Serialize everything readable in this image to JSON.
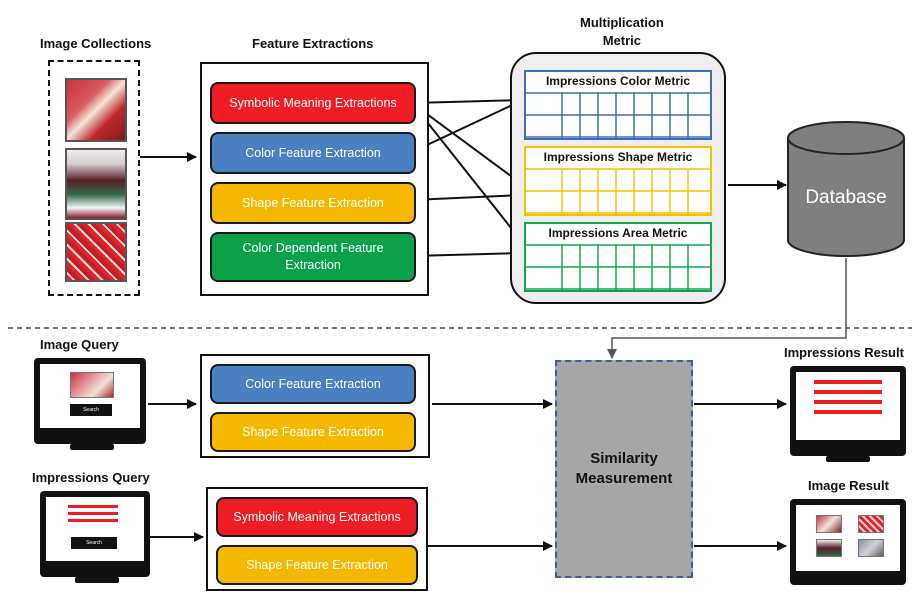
{
  "labels": {
    "image_collections": "Image Collections",
    "feature_extractions": "Feature Extractions",
    "multiplication_metric_line1": "Multiplication",
    "multiplication_metric_line2": "Metric",
    "image_query": "Image Query",
    "impressions_query": "Impressions Query",
    "impressions_result": "Impressions Result",
    "image_result": "Image Result"
  },
  "extractions": {
    "symbolic": "Symbolic Meaning Extractions",
    "color": "Color Feature Extraction",
    "shape": "Shape Feature Extraction",
    "color_dependent": "Color Dependent Feature Extraction"
  },
  "metrics": {
    "color": "Impressions Color Metric",
    "shape": "Impressions Shape Metric",
    "area": "Impressions Area Metric"
  },
  "database": "Database",
  "similarity": "Similarity Measurement",
  "search_button": "Search",
  "colors": {
    "red": "#ee1c24",
    "blue": "#4a7fc1",
    "orange": "#f5b800",
    "green": "#0aa14a",
    "db_gray": "#7f7f7f",
    "similarity_gray": "#a6a6a6"
  }
}
